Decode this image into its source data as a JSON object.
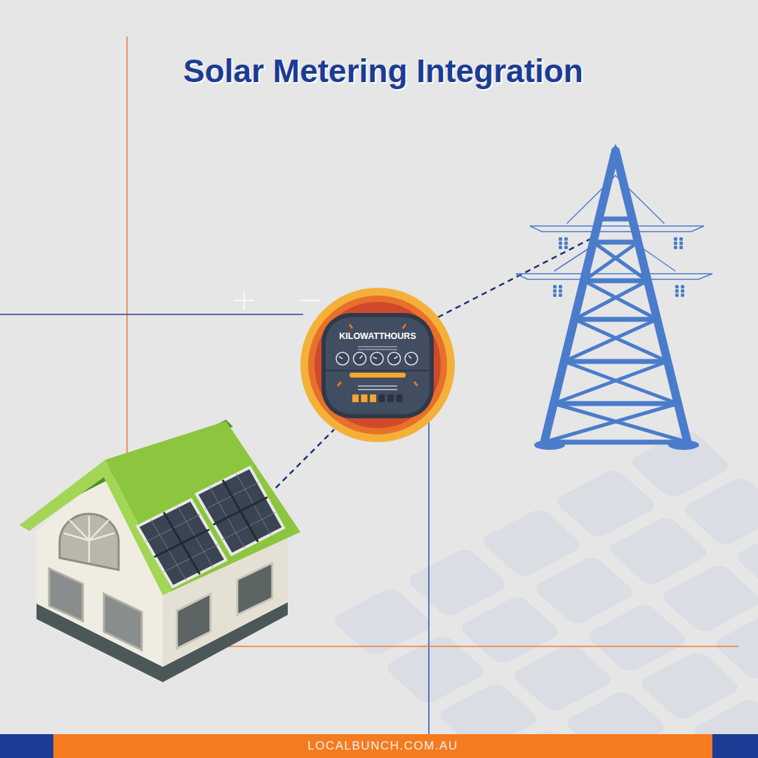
{
  "diagram": {
    "title": "Solar Metering Integration",
    "nodes": [
      {
        "text": [
          "KILOWATTHOURS"
        ]
      },
      {
        "text": [
          "LOCALBUNCH.COM.AU"
        ]
      }
    ]
  }
}
